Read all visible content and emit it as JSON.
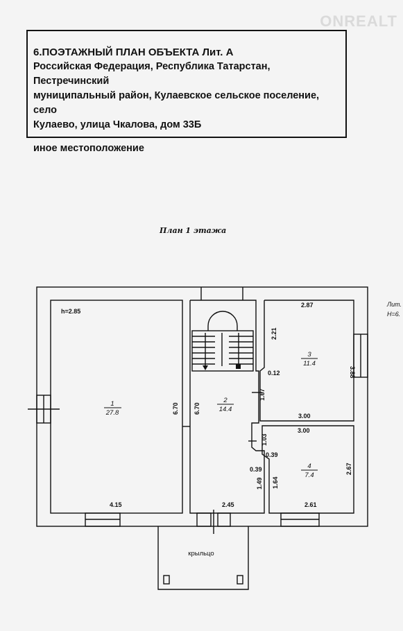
{
  "header": {
    "title": "6.ПОЭТАЖНЫЙ ПЛАН ОБЪЕКТА Лит. А",
    "address_line1": "Российская Федерация, Республика Татарстан, Пестречинский",
    "address_line2": "муниципальный район, Кулаевское сельское поселение, село",
    "address_line3": "Кулаево, улица Чкалова, дом 33Б",
    "location_note": "иное местоположение"
  },
  "watermark": "ONREALT",
  "plan": {
    "title": "План 1 этажа",
    "side_note_1": "Лит.",
    "side_note_2": "Н=6.",
    "height_label": "h=2.85",
    "porch_label": "крыльцо",
    "rooms": [
      {
        "number": "1",
        "area": "27.8"
      },
      {
        "number": "2",
        "area": "14.4"
      },
      {
        "number": "3",
        "area": "11.4"
      },
      {
        "number": "4",
        "area": "7.4"
      }
    ],
    "dimensions": {
      "room1_width": "4.15",
      "room1_height": "6.70",
      "room2_height": "6.70",
      "room2_width": "2.45",
      "room3_top": "2.87",
      "room3_left": "2.21",
      "room3_right": "3.88",
      "room3_bottom": "3.00",
      "room3_step": "0.12",
      "room3_niche": "1.67",
      "room4_top": "3.00",
      "room4_right": "2.67",
      "room4_left": "1.64",
      "room4_bottom": "2.61",
      "room4_niche": "1.03",
      "room4_step": "0.39",
      "corridor_step": "0.39",
      "corridor_wall": "1.49"
    }
  }
}
